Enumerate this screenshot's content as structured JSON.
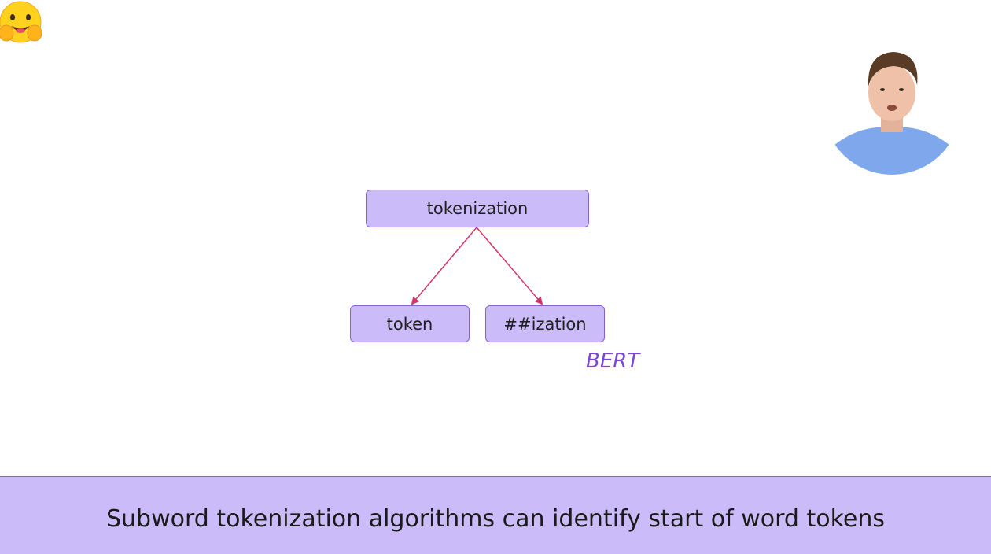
{
  "diagram": {
    "root": "tokenization",
    "children": [
      "token",
      "##ization"
    ],
    "model_label": "BERT",
    "colors": {
      "node_fill": "#cbbcf9",
      "node_border": "#8a5fd6",
      "arrow": "#d6336c",
      "label": "#7b45d8"
    }
  },
  "caption": {
    "text": "Subword tokenization algorithms can identify start of word tokens"
  },
  "branding": {
    "logo_icon": "hugging-face-emoji-icon"
  }
}
